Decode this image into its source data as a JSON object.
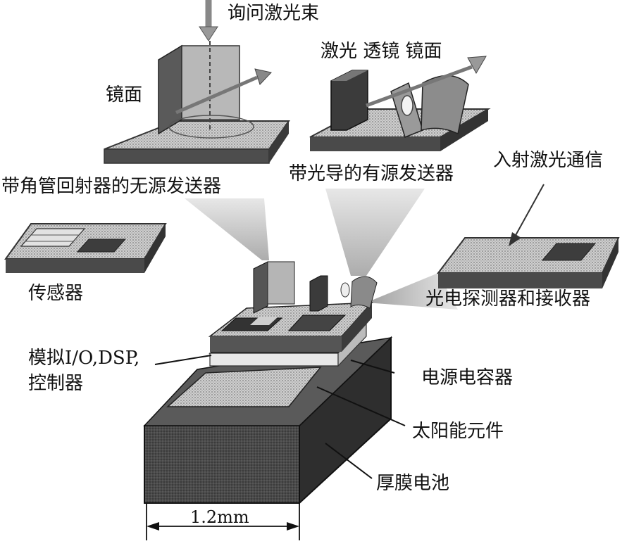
{
  "labels": {
    "interrogation_beam": "询问激光束",
    "mirror": "镜面",
    "laser_lens_mirror": "激光 透镜 镜面",
    "passive_transmitter": "带角管回射器的无源发送器",
    "active_transmitter": "带光导的有源发送器",
    "incident_laser_comm": "入射激光通信",
    "sensor": "传感器",
    "photodetector_receiver": "光电探测器和接收器",
    "analog_io_line1": "模拟I/O,DSP,",
    "analog_io_line2": "控制器",
    "power_capacitor": "电源电容器",
    "solar_cell": "太阳能元件",
    "thick_film_battery": "厚膜电池",
    "dimension": "1.2mm"
  },
  "colors": {
    "ink": "#111111",
    "dark_block": "#3a3a3a",
    "mid_gray": "#8a8a8a",
    "light_gray": "#d4d4d4",
    "beam_cone": "#bdbdbd"
  }
}
